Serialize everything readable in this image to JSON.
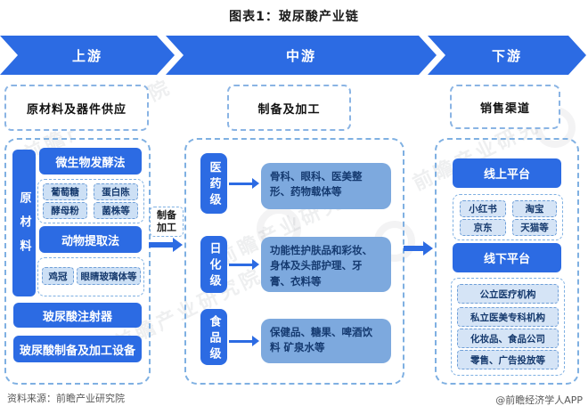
{
  "title": "图表1：玻尿酸产业链",
  "banner": {
    "upstream": "上游",
    "midstream": "中游",
    "downstream": "下游"
  },
  "upstream": {
    "header": "原材料及器件供应",
    "side_label": "原材料",
    "fermentation": {
      "title": "微生物发酵法",
      "items": [
        "葡萄糖",
        "蛋白陈",
        "酵母粉",
        "菌株等"
      ]
    },
    "extraction": {
      "title": "动物提取法",
      "items": [
        "鸡冠",
        "眼睛玻璃体等"
      ]
    },
    "equipment": [
      "玻尿酸注射器",
      "玻尿酸制备及加工设备"
    ]
  },
  "connector": {
    "label_line1": "制备",
    "label_line2": "加工"
  },
  "midstream": {
    "header": "制备及加工",
    "rows": [
      {
        "grade": "医药级",
        "desc": "骨科、眼科、医美整形、药物载体等"
      },
      {
        "grade": "日化级",
        "desc": "功能性护肤品和彩妆、身体及头部护理、牙膏、衣料等"
      },
      {
        "grade": "食品级",
        "desc": "保健品、糖果、啤酒饮料 矿泉水等"
      }
    ]
  },
  "downstream": {
    "header": "销售渠道",
    "online": {
      "title": "线上平台",
      "items": [
        "小红书",
        "淘宝",
        "京东",
        "天猫等"
      ]
    },
    "offline": {
      "title": "线下平台",
      "items": [
        "公立医疗机构",
        "私立医美专科机构",
        "化妆品、食品公司",
        "零售、广告投放等"
      ]
    }
  },
  "footer": {
    "source": "资料来源：前瞻产业研究院",
    "credit": "@前瞻经济学人APP"
  },
  "watermark": {
    "text": "前瞻产业研究院"
  },
  "colors": {
    "accent_blue": "#2c6be3",
    "desc_box_blue": "#7da9de",
    "item_box_blue": "#cde0f5",
    "dashed_border_blue": "#7fb0e2",
    "text_dark_blue": "#153a70",
    "footer_gray": "#595959"
  }
}
